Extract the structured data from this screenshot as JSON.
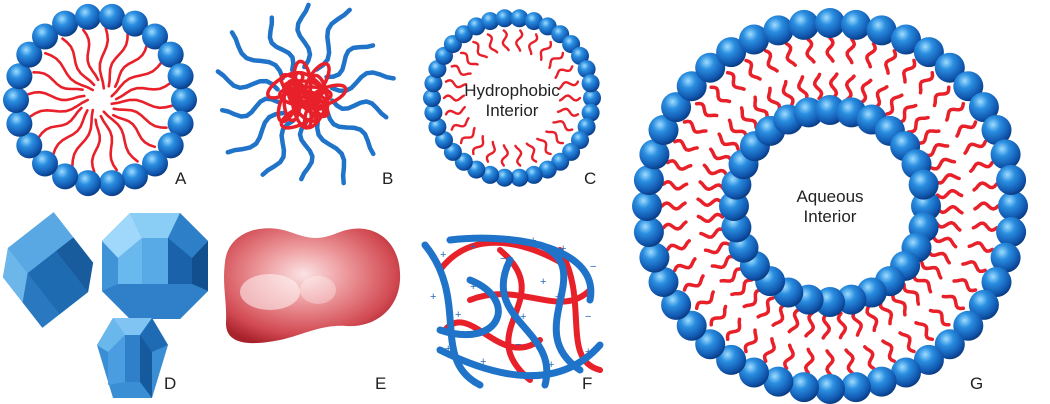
{
  "colors": {
    "head": "#1f73c8",
    "head_light": "#7cc6ff",
    "head_dark": "#0c3f86",
    "tail": "#e8202a",
    "tail_dark": "#b0101a",
    "crystal": "#3f93d6",
    "blob": "#d9525a",
    "label": "#222222"
  },
  "icons": {
    "A": "micelle-icon",
    "B": "protein-chain-icon",
    "C": "reverse-micelle-icon",
    "D": "crystal-icon",
    "E": "amorphous-particle-icon",
    "F": "polyelectrolyte-complex-icon",
    "G": "liposome-icon"
  },
  "panels": {
    "A": {
      "label": "A"
    },
    "B": {
      "label": "B"
    },
    "C": {
      "label": "C",
      "interior": [
        "Hydrophobic",
        "Interior"
      ]
    },
    "D": {
      "label": "D"
    },
    "E": {
      "label": "E"
    },
    "F": {
      "label": "F"
    },
    "G": {
      "label": "G",
      "interior": [
        "Aqueous",
        "Interior"
      ]
    }
  }
}
